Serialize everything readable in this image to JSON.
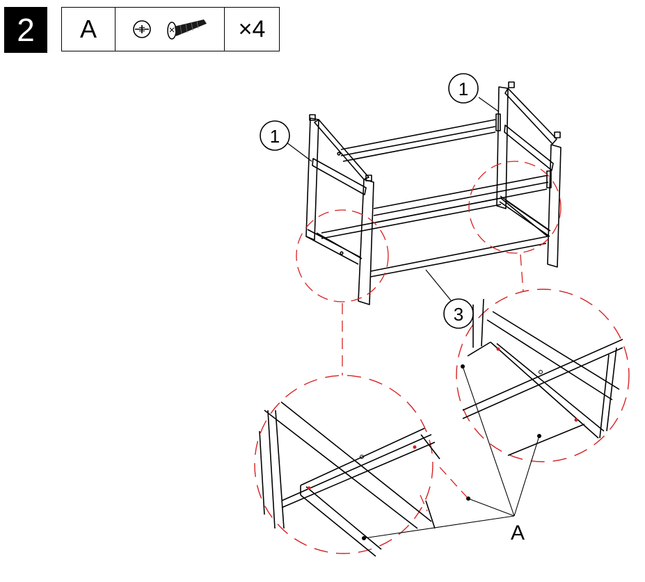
{
  "header": {
    "step_number": "2",
    "part_letter": "A",
    "quantity": "×4",
    "icons": [
      "phillips-screw-head-icon",
      "screw-icon"
    ]
  },
  "callouts": {
    "left_leg": "1",
    "right_leg": "1",
    "front_bar": "3"
  },
  "fastener_label": "A",
  "colors": {
    "line": "#000000",
    "detail_circle": "#d62020",
    "screw_hole": "#cc2222"
  }
}
